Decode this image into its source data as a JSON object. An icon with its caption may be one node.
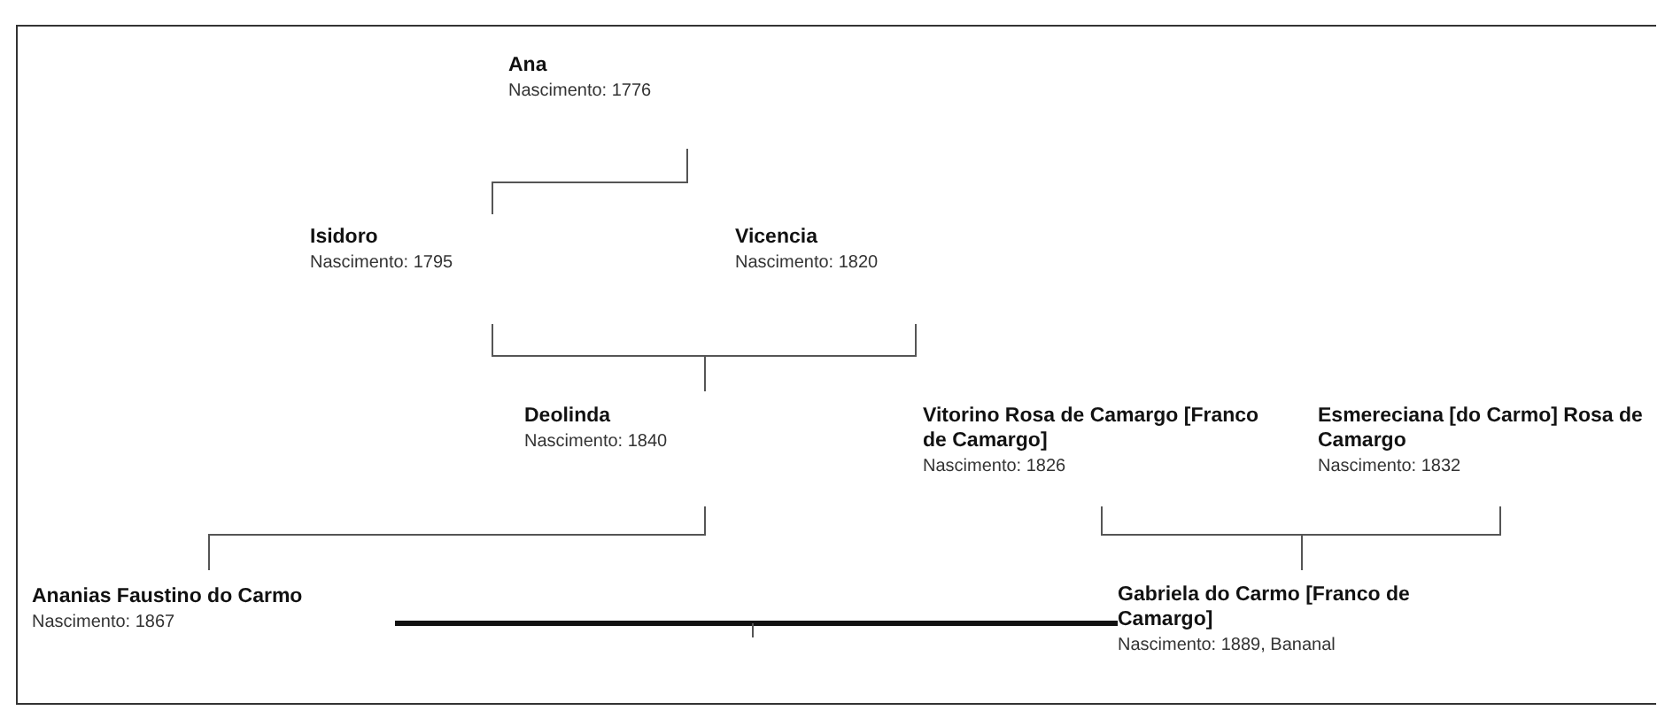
{
  "diagram": {
    "nodes": [
      {
        "text": [
          "Ana",
          "Nascimento: 1776"
        ]
      },
      {
        "text": [
          "Isidoro",
          "Nascimento: 1795"
        ]
      },
      {
        "text": [
          "Vicencia",
          "Nascimento: 1820"
        ]
      },
      {
        "text": [
          "Deolinda",
          "Nascimento: 1840"
        ]
      },
      {
        "text": [
          "Vitorino Rosa de Camargo [Franco de Camargo]",
          "Nascimento: 1826"
        ]
      },
      {
        "text": [
          "Esmereciana [do Carmo] Rosa de Camargo",
          "Nascimento: 1832"
        ]
      },
      {
        "text": [
          "Ananias Faustino do Carmo",
          "Nascimento: 1867"
        ]
      },
      {
        "text": [
          "Gabriela do Carmo [Franco de Camargo]",
          "Nascimento: 1889, Bananal"
        ]
      }
    ],
    "edges": [
      {
        "from": 0,
        "to": 1,
        "arrow": "none"
      },
      {
        "from": 1,
        "to": 3,
        "arrow": "none"
      },
      {
        "from": 2,
        "to": 3,
        "arrow": "none"
      },
      {
        "from": 3,
        "to": 6,
        "arrow": "none"
      },
      {
        "from": 4,
        "to": 7,
        "arrow": "none"
      },
      {
        "from": 5,
        "to": 7,
        "arrow": "none"
      },
      {
        "from": 6,
        "to": 7,
        "arrow": "none",
        "style": "thick"
      }
    ]
  }
}
